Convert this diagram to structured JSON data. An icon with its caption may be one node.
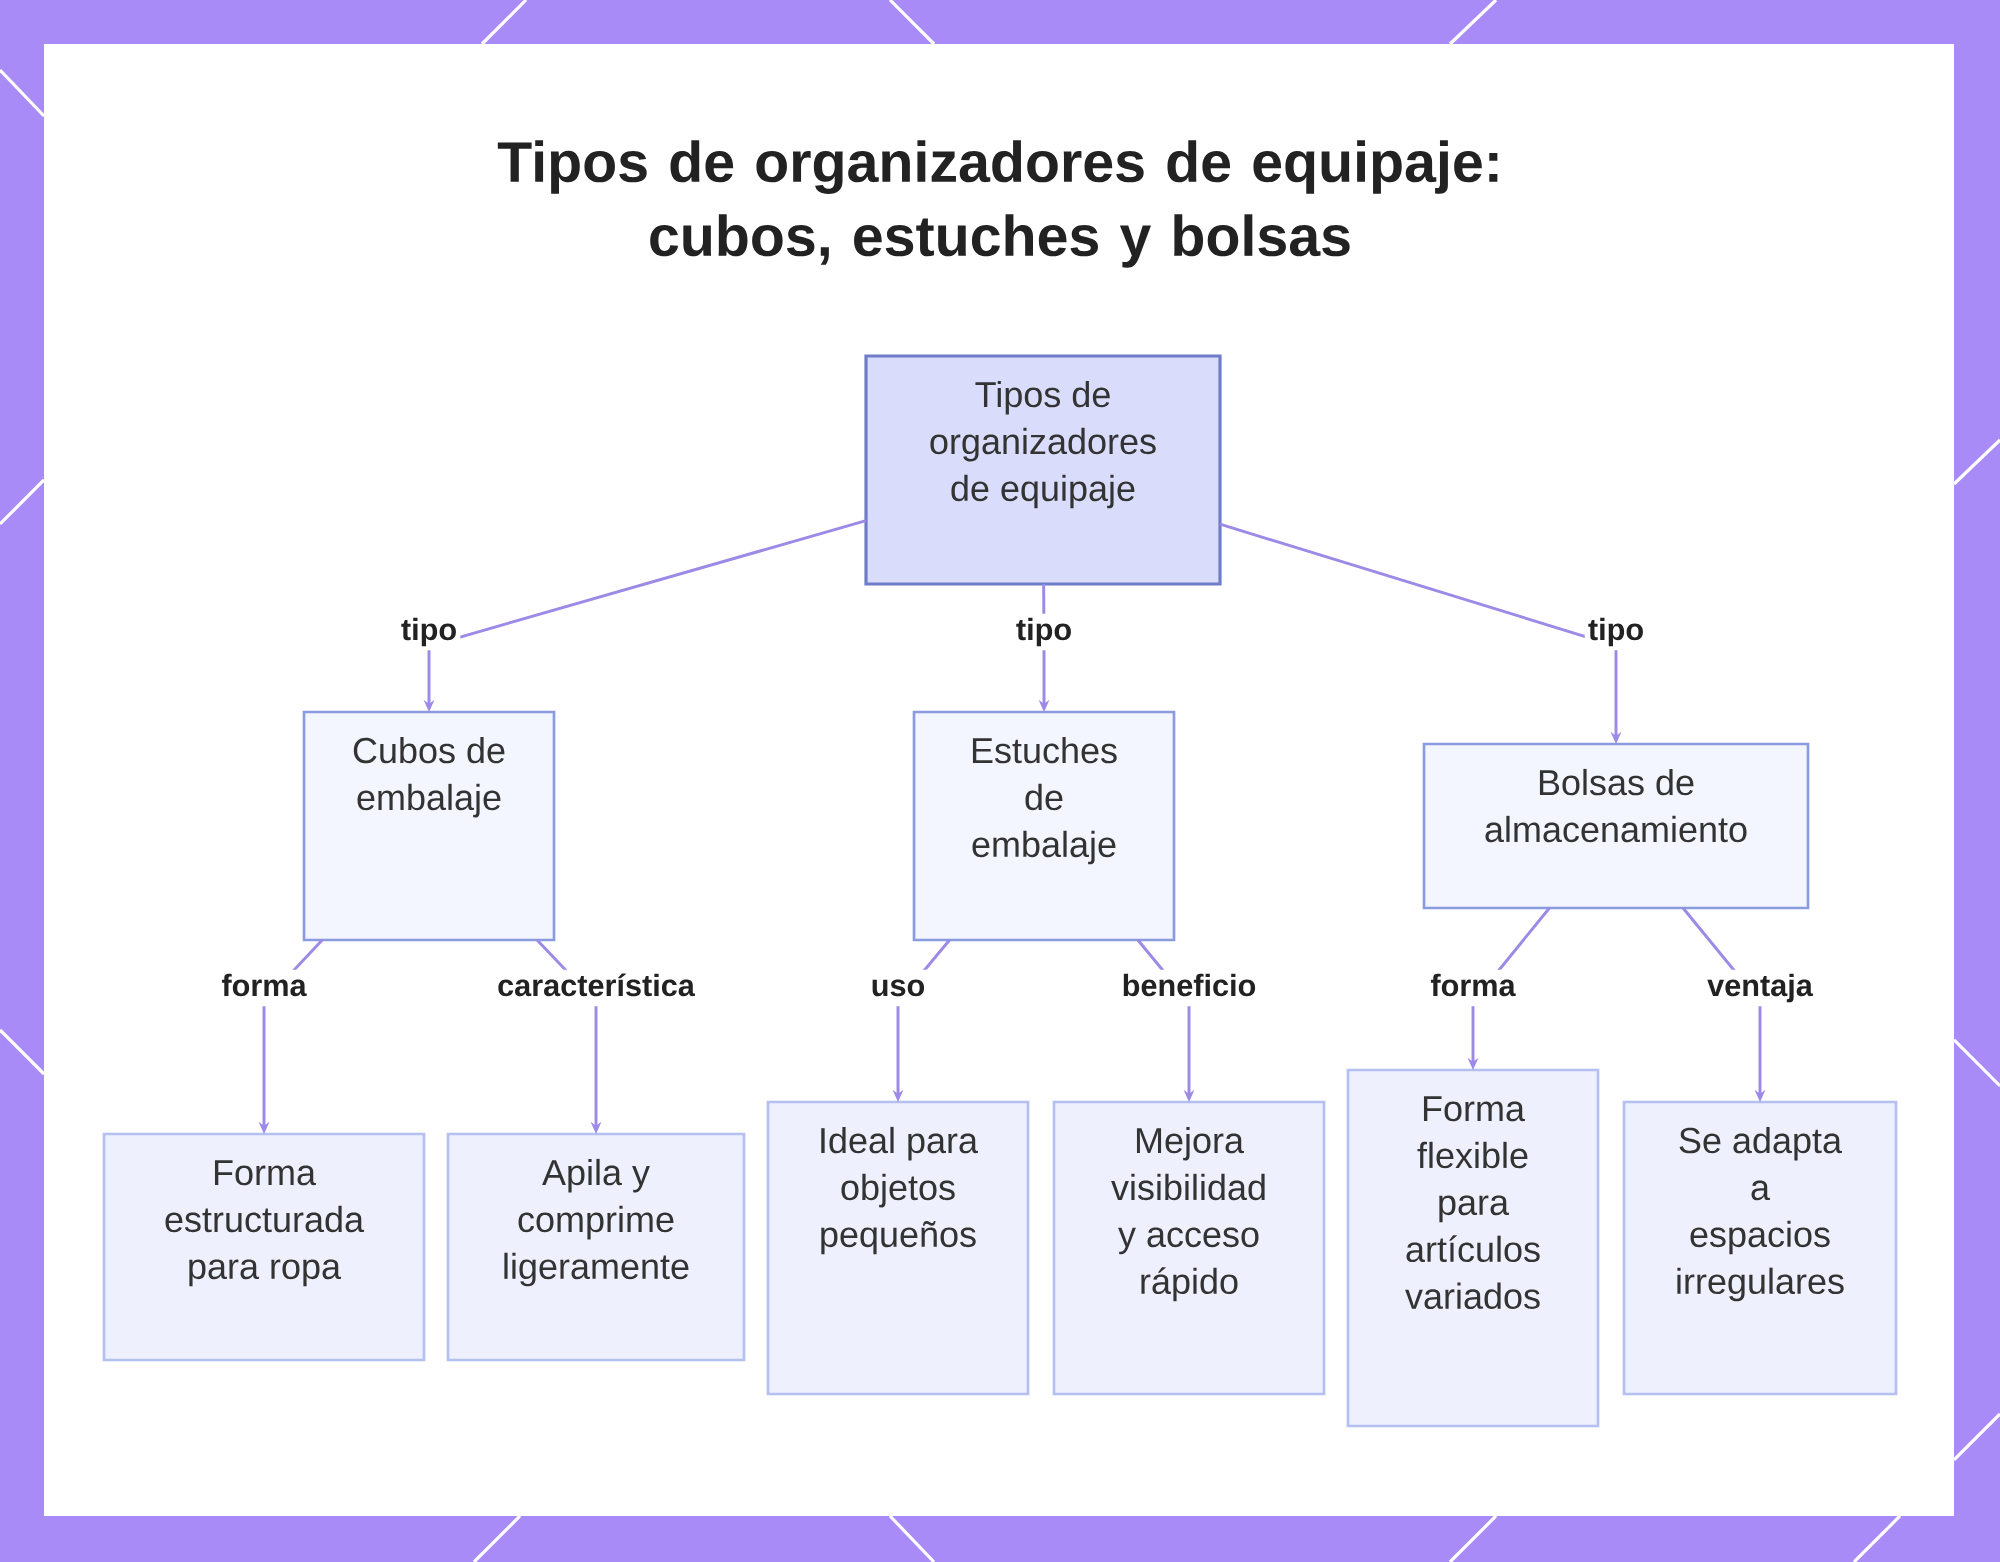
{
  "diagram": {
    "title": "Tipos de organizadores de equipaje: cubos, estuches y bolsas",
    "nodes": [
      {
        "text": [
          "Tipos de organizadores de equipaje"
        ]
      },
      {
        "text": [
          "Cubos de embalaje"
        ]
      },
      {
        "text": [
          "Estuches de embalaje"
        ]
      },
      {
        "text": [
          "Bolsas de almacenamiento"
        ]
      },
      {
        "text": [
          "Forma estructurada para ropa"
        ]
      },
      {
        "text": [
          "Apila y comprime ligeramente"
        ]
      },
      {
        "text": [
          "Ideal para objetos pequeños"
        ]
      },
      {
        "text": [
          "Mejora visibilidad y acceso rápido"
        ]
      },
      {
        "text": [
          "Forma flexible para artículos variados"
        ]
      },
      {
        "text": [
          "Se adapta a espacios irregulares"
        ]
      }
    ],
    "edges": [
      {
        "from": 0,
        "to": 1,
        "arrow": "to",
        "label": "tipo"
      },
      {
        "from": 0,
        "to": 2,
        "arrow": "to",
        "label": "tipo"
      },
      {
        "from": 0,
        "to": 3,
        "arrow": "to",
        "label": "tipo"
      },
      {
        "from": 1,
        "to": 4,
        "arrow": "to",
        "label": "forma"
      },
      {
        "from": 1,
        "to": 5,
        "arrow": "to",
        "label": "característica"
      },
      {
        "from": 2,
        "to": 6,
        "arrow": "to",
        "label": "uso"
      },
      {
        "from": 2,
        "to": 7,
        "arrow": "to",
        "label": "beneficio"
      },
      {
        "from": 3,
        "to": 8,
        "arrow": "to",
        "label": "forma"
      },
      {
        "from": 3,
        "to": 9,
        "arrow": "to",
        "label": "ventaja"
      }
    ]
  }
}
